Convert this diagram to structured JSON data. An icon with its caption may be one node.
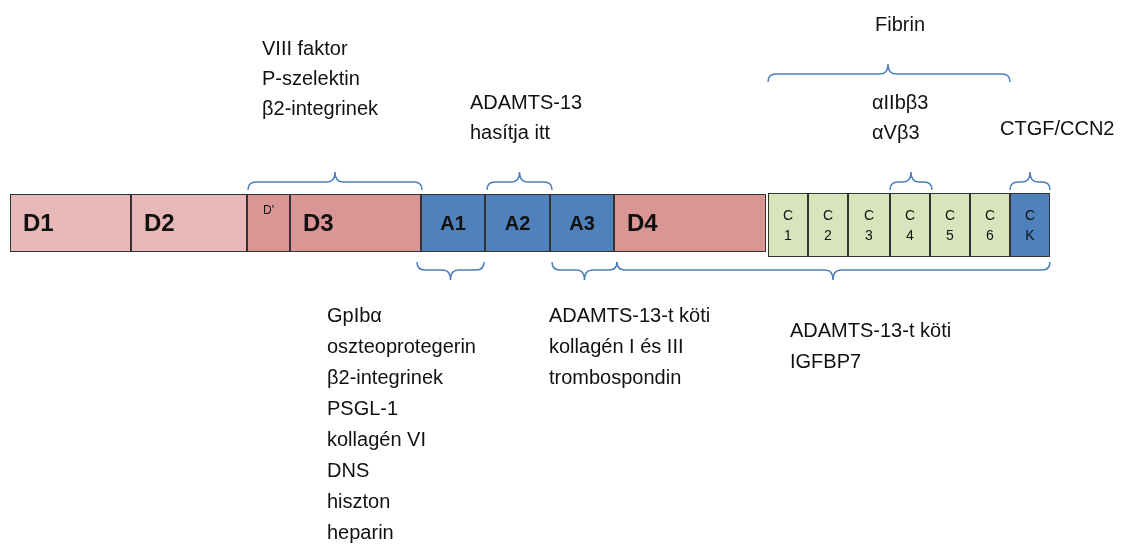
{
  "diagram": {
    "nodes": [
      {
        "text": [
          "D1"
        ]
      },
      {
        "text": [
          "D2"
        ]
      },
      {
        "text": [
          "D'"
        ]
      },
      {
        "text": [
          "D3"
        ]
      },
      {
        "text": [
          "A1"
        ]
      },
      {
        "text": [
          "A2"
        ]
      },
      {
        "text": [
          "A3"
        ]
      },
      {
        "text": [
          "D4"
        ]
      },
      {
        "text": [
          "C 1"
        ]
      },
      {
        "text": [
          "C 2"
        ]
      },
      {
        "text": [
          "C 3"
        ]
      },
      {
        "text": [
          "C 4"
        ]
      },
      {
        "text": [
          "C 5"
        ]
      },
      {
        "text": [
          "C 6"
        ]
      },
      {
        "text": [
          "C K"
        ]
      }
    ],
    "edges": [],
    "labels": [
      "Fibrin",
      "VIII faktor",
      "P-szelektin",
      "β2-integrinek",
      "ADAMTS-13",
      "hasítja itt",
      "αIIbβ3",
      "αVβ3",
      "CTGF/CCN2",
      "GpIbα",
      "oszteoprotegerin",
      "β2-integrinek",
      "PSGL-1",
      "kollagén VI",
      "DNS",
      "hiszton",
      "heparin",
      "ADAMTS-13-t köti",
      "kollagén I és III",
      "trombospondin",
      "ADAMTS-13-t köti",
      "IGFBP7"
    ]
  }
}
